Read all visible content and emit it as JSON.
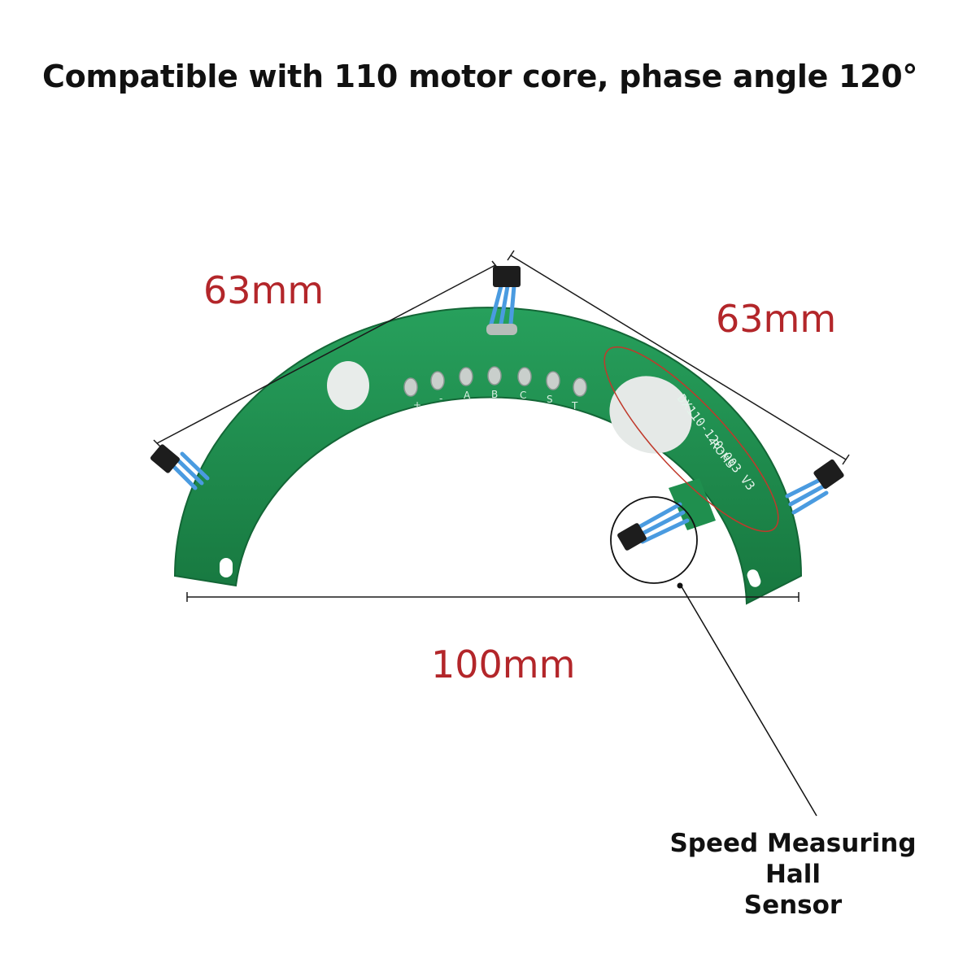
{
  "title": "Compatible with 110 motor core, phase angle 120°",
  "dimensions": {
    "left_edge": "63mm",
    "right_edge": "63mm",
    "base_width": "100mm"
  },
  "callout": {
    "line1": "Speed Measuring Hall",
    "line2": "Sensor"
  },
  "pcb": {
    "pad_labels": [
      "+",
      "-",
      "A",
      "B",
      "C",
      "S",
      "T"
    ],
    "part_marking": "DX110-120-003 V3",
    "rohs_marking": "ROHS"
  },
  "colors": {
    "pcb_green": "#1f8f4e",
    "wire_blue": "#4a9be0",
    "dimension_red": "#b3262a",
    "annotation_ellipse": "#c0392b"
  }
}
